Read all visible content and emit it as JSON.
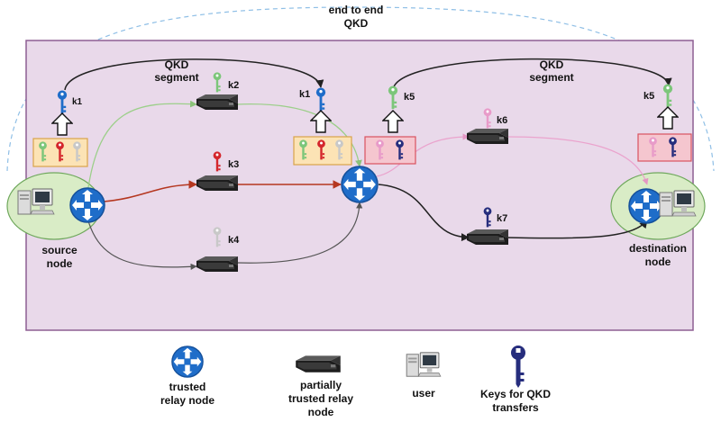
{
  "title": {
    "line1": "end to end",
    "line2": "QKD"
  },
  "segments": [
    {
      "line1": "QKD",
      "line2": "segment"
    },
    {
      "line1": "QKD",
      "line2": "segment"
    }
  ],
  "keys": {
    "k1": "k1",
    "k2": "k2",
    "k3": "k3",
    "k4": "k4",
    "k5": "k5",
    "k6": "k6",
    "k7": "k7"
  },
  "nodes": {
    "source": {
      "line1": "source",
      "line2": "node"
    },
    "destination": {
      "line1": "destination",
      "line2": "node"
    }
  },
  "legend": {
    "trusted": {
      "line1": "trusted",
      "line2": "relay node"
    },
    "partial": {
      "line1": "partially",
      "line2": "trusted relay",
      "line3": "node"
    },
    "user": {
      "line1": "user"
    },
    "keys": {
      "line1": "Keys for QKD",
      "line2": "transfers"
    }
  },
  "colors": {
    "background_panel": "#e9d9ea",
    "node_circle": "#d9ecc6",
    "key_blue": "#1f6dc9",
    "key_green": "#7cc67a",
    "key_red": "#d4262c",
    "key_grey": "#c8c8c8",
    "key_pink": "#e89bc9",
    "key_navy": "#262d7d",
    "path_red": "#b53720",
    "path_green": "#9ccf8a",
    "path_pink": "#eaa3cd",
    "path_dark": "#333333"
  }
}
